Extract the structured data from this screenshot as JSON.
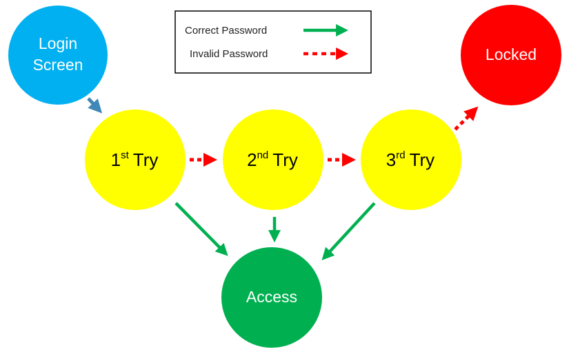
{
  "diagram": {
    "legend": {
      "correct_label": "Correct Password",
      "invalid_label": "Invalid Password"
    },
    "nodes": {
      "login": {
        "line1": "Login",
        "line2": "Screen"
      },
      "try1": {
        "number": "1",
        "suffix": "st",
        "word": "Try"
      },
      "try2": {
        "number": "2",
        "suffix": "nd",
        "word": "Try"
      },
      "try3": {
        "number": "3",
        "suffix": "rd",
        "word": "Try"
      },
      "locked": {
        "label": "Locked"
      },
      "access": {
        "label": "Access"
      }
    },
    "colors": {
      "login": "#00b0f0",
      "try": "#ffff00",
      "locked": "#ff0000",
      "access": "#00b050",
      "correct_arrow": "#00b050",
      "invalid_arrow": "#ff0000",
      "start_arrow": "#3f88b8"
    }
  }
}
